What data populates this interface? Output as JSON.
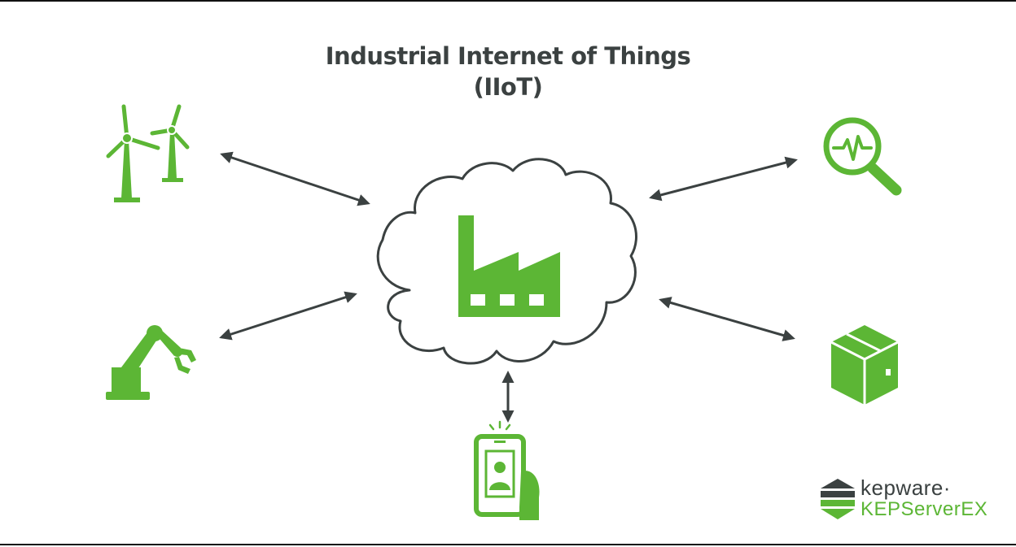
{
  "title": {
    "line1": "Industrial Internet of Things",
    "line2": "(IIoT)"
  },
  "brand": {
    "name": "kepware·",
    "product": "KEPServerEX"
  },
  "nodes": [
    {
      "id": "wind-turbines",
      "icon": "wind-turbines-icon"
    },
    {
      "id": "robotic-arm",
      "icon": "robotic-arm-icon"
    },
    {
      "id": "mobile-phone",
      "icon": "mobile-phone-icon"
    },
    {
      "id": "analytics",
      "icon": "magnifier-waveform-icon"
    },
    {
      "id": "package",
      "icon": "package-box-icon"
    },
    {
      "id": "factory-cloud",
      "icon": "factory-cloud-icon"
    }
  ],
  "colors": {
    "accent": "#5cb635",
    "text": "#3b4141",
    "arrow": "#3b4141",
    "cloud_stroke": "#3b4141"
  }
}
